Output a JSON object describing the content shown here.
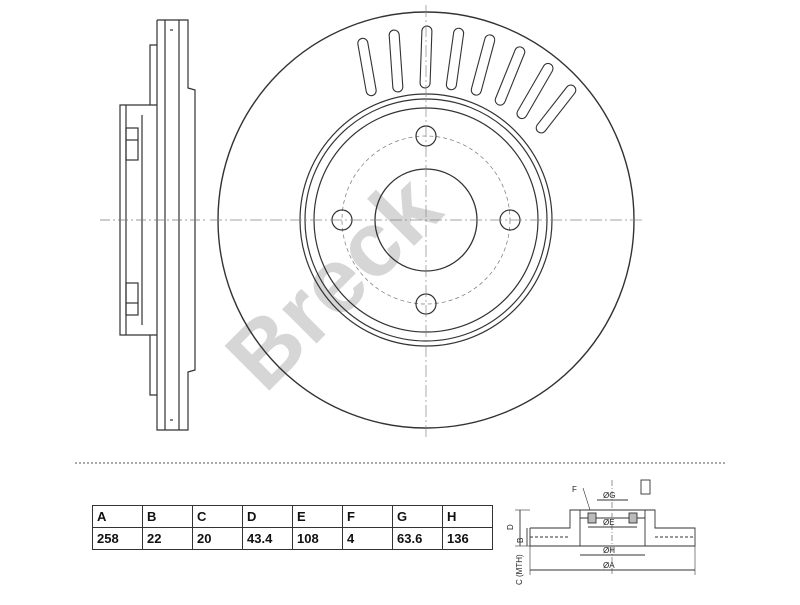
{
  "watermark": "Breck",
  "spec_table": {
    "headers": [
      "A",
      "B",
      "C",
      "D",
      "E",
      "F",
      "G",
      "H"
    ],
    "values": [
      "258",
      "22",
      "20",
      "43.4",
      "108",
      "4",
      "63.6",
      "136"
    ]
  },
  "dimension_labels": {
    "f": "F",
    "g": "ØG",
    "e": "ØE",
    "h": "ØH",
    "a": "ØA",
    "d": "D",
    "b": "B",
    "c": "C (MTH)"
  }
}
